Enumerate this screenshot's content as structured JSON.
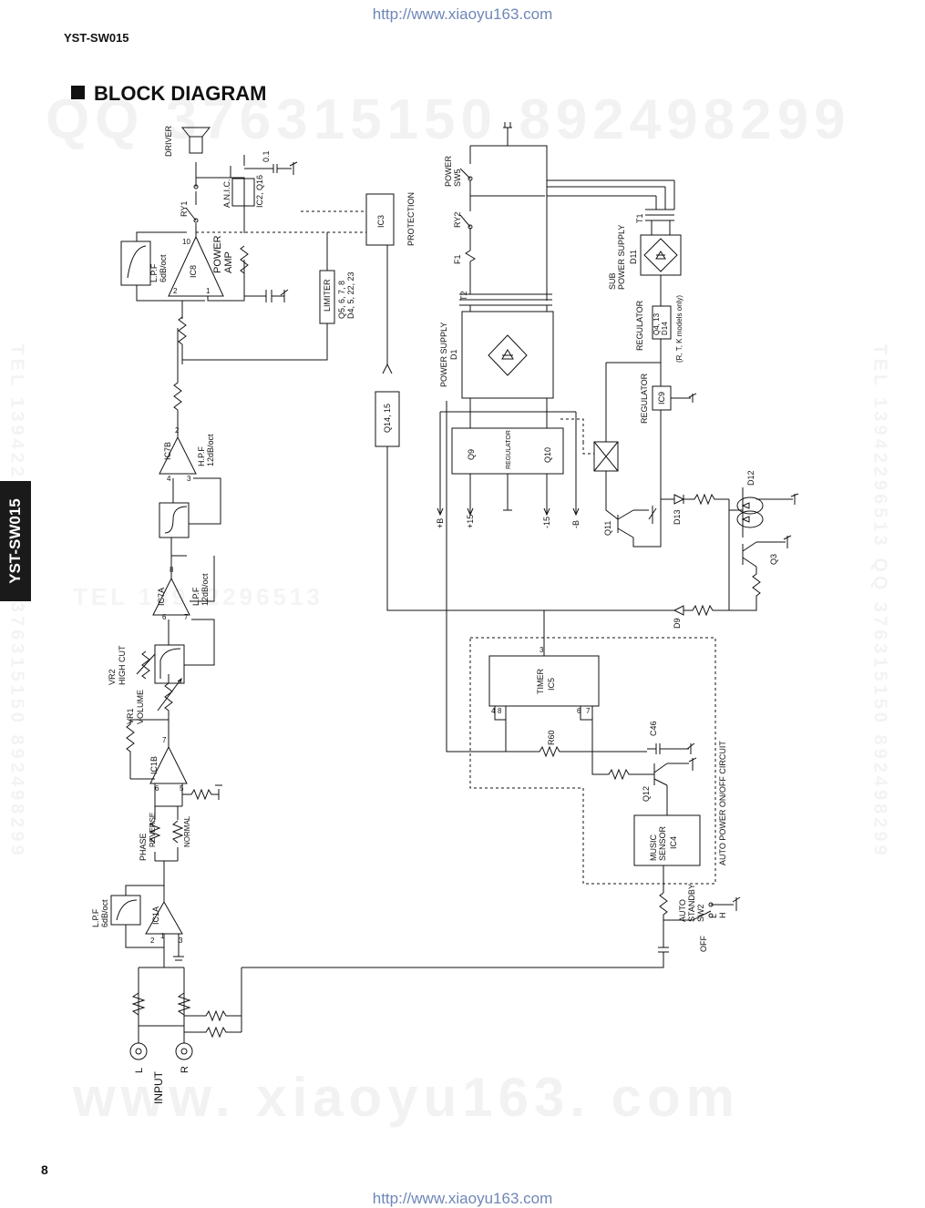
{
  "header": {
    "url": "http://www.xiaoyu163.com",
    "model": "YST-SW015"
  },
  "section_title": "BLOCK DIAGRAM",
  "footer": {
    "page": "8",
    "url": "http://www.xiaoyu163.com"
  },
  "side_tab": "YST-SW015",
  "watermarks": {
    "qq": "QQ 376315150  892498299",
    "www": "www. xiaoyu163. com",
    "tel": "TEL 13942296513",
    "right_vertical": "TEL 13942296513  QQ 376315150  892498299",
    "left_vertical": "TEL 13942296513  QQ 376315150  892498299"
  },
  "diagram": {
    "input": {
      "label": "INPUT",
      "left": "L",
      "right": "R"
    },
    "ic1a": {
      "name": "IC1A",
      "filter": "L.P.F\n6dB/oct",
      "pins": [
        "1",
        "2",
        "3"
      ]
    },
    "phase": {
      "label": "PHASE",
      "reverse": "REVERSE",
      "normal": "NORMAL"
    },
    "ic1b": {
      "name": "IC1B",
      "pins": [
        "5",
        "6",
        "7"
      ]
    },
    "vr1": {
      "name": "VR1",
      "label": "VOLUME"
    },
    "vr2": {
      "name": "VR2",
      "label": "HIGH CUT"
    },
    "ic7a": {
      "name": "IC7A",
      "filter": "L.P.F\n12dB/oct",
      "pins": [
        "6",
        "7",
        "8"
      ]
    },
    "ic7b": {
      "name": "IC7B",
      "filter": "H.P.F\n12dB/oct",
      "pins": [
        "2",
        "3",
        "4"
      ]
    },
    "ic8": {
      "name": "IC8",
      "label": "POWER\nAMP",
      "filter": "L.P.F\n6dB/oct",
      "pins": [
        "1",
        "2",
        "10"
      ]
    },
    "driver": "DRIVER",
    "ry1": "RY1",
    "anic": {
      "label": "A.N.I.C.",
      "parts": "IC2, Q16",
      "cap": "0.1"
    },
    "ic3": {
      "name": "IC3",
      "label": "PROTECTION"
    },
    "limiter": {
      "name": "LIMITER",
      "parts": "Q5, 6, 7, 8\nD4, 5, 22, 23"
    },
    "q14": "Q14, 15",
    "power": {
      "sw5": "POWER\nSW5",
      "ry2": "RY2",
      "f1": "F1",
      "t2": "T2",
      "t1": "T1"
    },
    "power_supply": {
      "label": "POWER SUPPLY",
      "name": "D1"
    },
    "regulator_main": {
      "label": "REGULATOR",
      "q9": "Q9",
      "q10": "Q10",
      "rails": [
        "+B",
        "+15",
        "-15",
        "-B"
      ]
    },
    "sub_power": {
      "label": "SUB\nPOWER SUPPLY",
      "name": "D11"
    },
    "regulator_sub": {
      "label": "REGULATOR",
      "parts": "Q4, 13\nD14",
      "note": "(R, T, K models only)"
    },
    "regulator_ic9": {
      "label": "REGULATOR",
      "name": "IC9"
    },
    "transistors": {
      "q11": "Q11",
      "q3": "Q3",
      "q12": "Q12"
    },
    "diodes": {
      "d13": "D13",
      "d12": "D12",
      "d9": "D9"
    },
    "timer": {
      "label": "TIMER",
      "name": "IC5",
      "pins": [
        "3",
        "4",
        "8",
        "6",
        "7"
      ]
    },
    "r60": "R60",
    "c46": "C46",
    "music_sensor": {
      "label": "MUSIC\nSENSOR",
      "name": "IC4"
    },
    "auto_power": "AUTO POWER ON/OFF CIRCUIT",
    "sw2": {
      "label": "AUTO\nSTANDBY\nSW2",
      "off": "OFF",
      "l": "L",
      "h": "H"
    }
  }
}
